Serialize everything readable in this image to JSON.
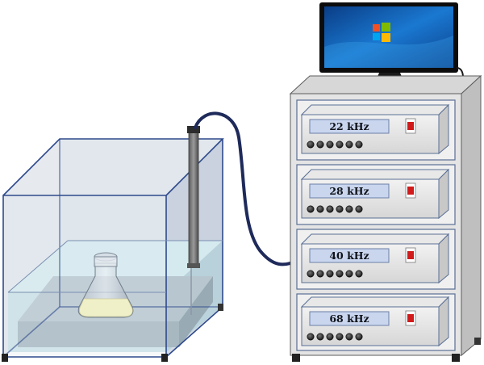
{
  "generators": [
    {
      "frequency": "22 kHz"
    },
    {
      "frequency": "28 kHz"
    },
    {
      "frequency": "40 kHz"
    },
    {
      "frequency": "68 kHz"
    }
  ],
  "colors": {
    "tank_glass": "#c6d2df",
    "tank_edge": "#2f4a8c",
    "water": "#cfe6ea",
    "liquid": "#f0f0c8",
    "display": "#c9d6ee",
    "cable": "#1e2a5a",
    "cabinet": "#dcdcdc",
    "power_switch": "#d11a1a",
    "desktop_blue": "#0f5fb0"
  },
  "icons": [
    "windows-logo-icon",
    "power-switch-icon",
    "control-knob-icon"
  ]
}
